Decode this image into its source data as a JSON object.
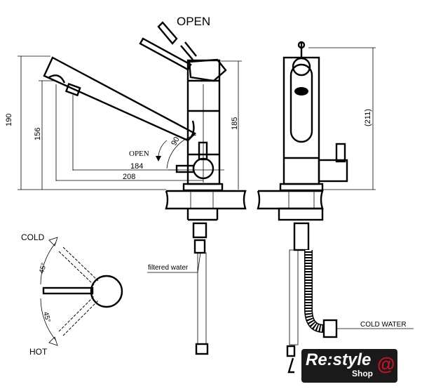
{
  "labels": {
    "open_top": "OPEN",
    "open_side": "OPEN",
    "angle_90": "90",
    "dim_190": "190",
    "dim_156": "156",
    "dim_184": "184",
    "dim_208": "208",
    "dim_185": "185",
    "dim_211": "(211)",
    "cold": "COLD",
    "hot": "HOT",
    "angle_45_top": "45°",
    "angle_45_bottom": "45°",
    "filtered_water": "filtered water",
    "cold_water": "COLD WATER"
  },
  "logo": {
    "main": "Re:style",
    "sub": "Shop",
    "symbol": "@",
    "accent": "#d0102a"
  }
}
